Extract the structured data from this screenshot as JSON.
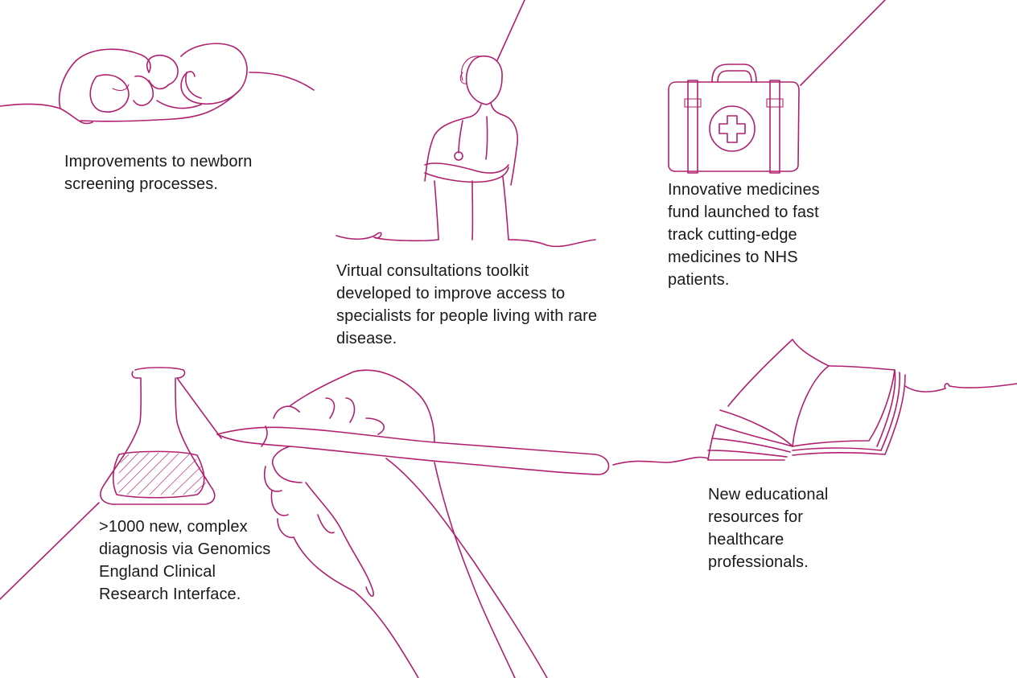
{
  "captions": {
    "newborn": "Improvements to newborn screening processes.",
    "virtual_consultations": "Virtual consultations toolkit developed to improve access to specialists for people living with rare disease.",
    "medicines_fund": "Innovative medicines fund launched to fast track cutting-edge medicines to NHS patients.",
    "genomics": ">1000 new, complex diagnosis via Genomics England Clinical Research Interface.",
    "education": "New educational resources for healthcare professionals."
  },
  "illustrations": {
    "newborn": "sleeping-baby-icon",
    "virtual_consultations": "doctor-icon",
    "medicines_fund": "first-aid-kit-icon",
    "genomics": "lab-flask-icon",
    "education": "open-book-icon",
    "connector": "drawing-hand-icon"
  },
  "colors": {
    "line_art": "#b0206f",
    "text": "#1a1a1a",
    "background": "#ffffff"
  }
}
